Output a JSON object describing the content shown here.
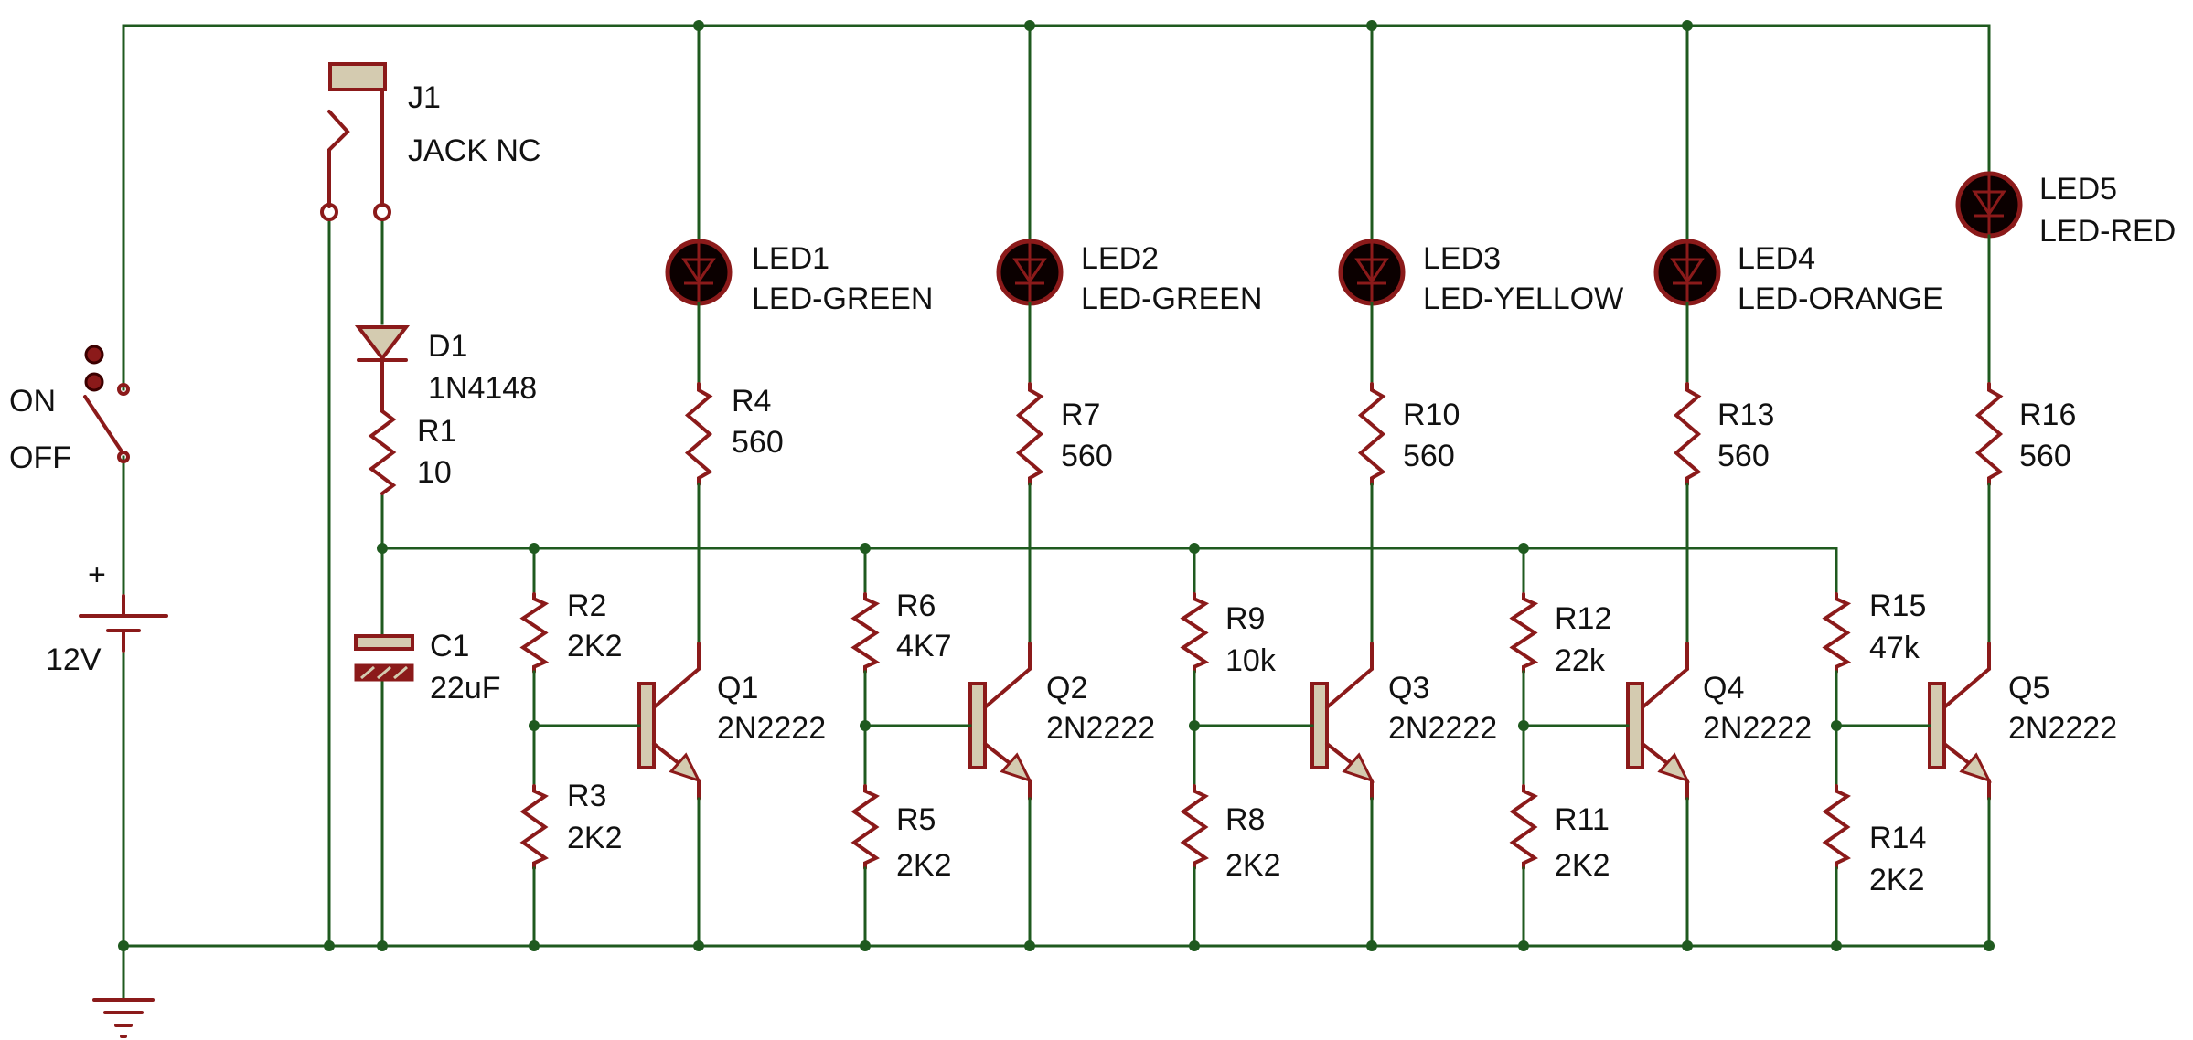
{
  "colors": {
    "wire": "#1f5a1f",
    "component": "#8b1a1a",
    "component_body": "#d4cbb0",
    "led_body": "#0b0000",
    "background": "#ffffff"
  },
  "switch": {
    "on": "ON",
    "off": "OFF"
  },
  "battery": {
    "plus": "+",
    "value": "12V"
  },
  "j1": {
    "ref": "J1",
    "value": "JACK NC"
  },
  "d1": {
    "ref": "D1",
    "value": "1N4148"
  },
  "r1": {
    "ref": "R1",
    "value": "10"
  },
  "c1": {
    "ref": "C1",
    "value": "22uF"
  },
  "leds": [
    {
      "ref": "LED1",
      "value": "LED-GREEN"
    },
    {
      "ref": "LED2",
      "value": "LED-GREEN"
    },
    {
      "ref": "LED3",
      "value": "LED-YELLOW"
    },
    {
      "ref": "LED4",
      "value": "LED-ORANGE"
    },
    {
      "ref": "LED5",
      "value": "LED-RED"
    }
  ],
  "collector_resistors": [
    {
      "ref": "R4",
      "value": "560"
    },
    {
      "ref": "R7",
      "value": "560"
    },
    {
      "ref": "R10",
      "value": "560"
    },
    {
      "ref": "R13",
      "value": "560"
    },
    {
      "ref": "R16",
      "value": "560"
    }
  ],
  "top_resistors": [
    {
      "ref": "R2",
      "value": "2K2"
    },
    {
      "ref": "R6",
      "value": "4K7"
    },
    {
      "ref": "R9",
      "value": "10k"
    },
    {
      "ref": "R12",
      "value": "22k"
    },
    {
      "ref": "R15",
      "value": "47k"
    }
  ],
  "bottom_resistors": [
    {
      "ref": "R3",
      "value": "2K2"
    },
    {
      "ref": "R5",
      "value": "2K2"
    },
    {
      "ref": "R8",
      "value": "2K2"
    },
    {
      "ref": "R11",
      "value": "2K2"
    },
    {
      "ref": "R14",
      "value": "2K2"
    }
  ],
  "transistors": [
    {
      "ref": "Q1",
      "value": "2N2222"
    },
    {
      "ref": "Q2",
      "value": "2N2222"
    },
    {
      "ref": "Q3",
      "value": "2N2222"
    },
    {
      "ref": "Q4",
      "value": "2N2222"
    },
    {
      "ref": "Q5",
      "value": "2N2222"
    }
  ]
}
